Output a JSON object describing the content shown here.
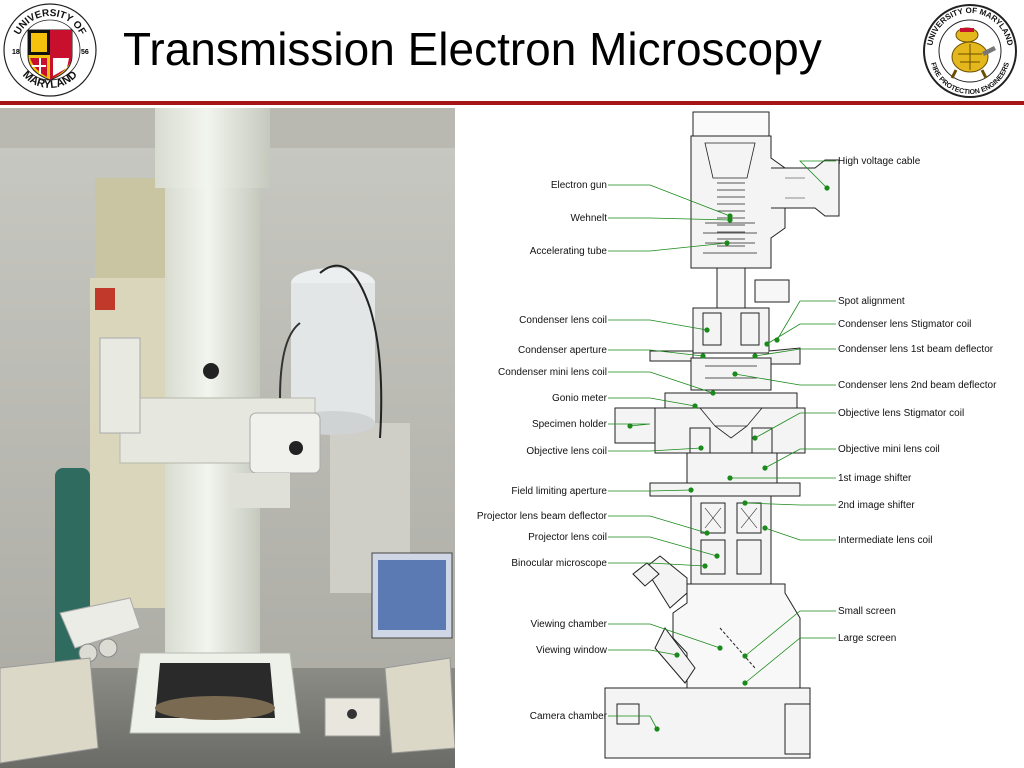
{
  "header": {
    "title": "Transmission Electron Microscopy",
    "logo_left": {
      "top_text": "UNIVERSITY OF",
      "bottom_text": "MARYLAND",
      "year_left": "18",
      "year_right": "56"
    },
    "logo_right": {
      "top_text": "UNIVERSITY OF MARYLAND",
      "bottom_text": "FIRE PROTECTION ENGINEERS"
    },
    "accent_color": "#a51417"
  },
  "diagram": {
    "left_labels": [
      "Electron gun",
      "Wehnelt",
      "Accelerating tube",
      "Condenser lens coil",
      "Condenser aperture",
      "Condenser mini lens coil",
      "Gonio meter",
      "Specimen holder",
      "Objective lens coil",
      "Field limiting aperture",
      "Projector lens beam deflector",
      "Projector lens coil",
      "Binocular microscope",
      "Viewing chamber",
      "Viewing window",
      "Camera chamber"
    ],
    "right_labels": [
      "High voltage cable",
      "Spot alignment",
      "Condenser lens Stigmator coil",
      "Condenser lens 1st beam deflector",
      "Condenser lens 2nd beam deflector",
      "Objective lens Stigmator coil",
      "Objective mini lens coil",
      "1st image shifter",
      "2nd image shifter",
      "Intermediate lens coil",
      "Small screen",
      "Large screen"
    ],
    "leader_color": "#1a8a1a"
  }
}
